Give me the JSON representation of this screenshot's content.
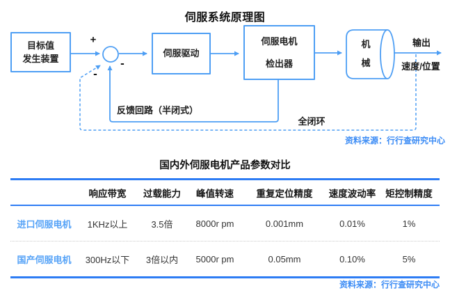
{
  "diagram": {
    "title": "伺服系统原理图",
    "nodes": {
      "target": "目标值\n发生装置",
      "drive": "伺服驱动",
      "motor_detector": "伺服电机\n检出器",
      "machine": "机\n械"
    },
    "signs": {
      "plus": "+",
      "minus_inner": "-",
      "minus_outer": "-"
    },
    "labels": {
      "feedback": "反馈回路（半闭式）",
      "full_loop": "全闭环",
      "output": "输出",
      "speed_position": "速度/位置"
    },
    "source": "资料来源：行行查研究中心"
  },
  "table": {
    "title": "国内外伺服电机产品参数对比",
    "headers": [
      "响应带宽",
      "过载能力",
      "峰值转速",
      "重复定位精度",
      "速度波动率",
      "矩控制精度"
    ],
    "rows": [
      {
        "label": "进口伺服电机",
        "cells": [
          "1KHz以上",
          "3.5倍",
          "8000r pm",
          "0.001mm",
          "0.01%",
          "1%"
        ]
      },
      {
        "label": "国产伺服电机",
        "cells": [
          "300Hz以下",
          "3倍以内",
          "5000r pm",
          "0.05mm",
          "0.10%",
          "5%"
        ]
      }
    ],
    "source": "资料来源：行行查研究中心"
  },
  "chart_data": {
    "type": "table",
    "title": "国内外伺服电机产品参数对比",
    "columns": [
      "",
      "响应带宽",
      "过载能力",
      "峰值转速",
      "重复定位精度",
      "速度波动率",
      "矩控制精度"
    ],
    "rows": [
      [
        "进口伺服电机",
        "1KHz以上",
        "3.5倍",
        "8000r pm",
        "0.001mm",
        "0.01%",
        "1%"
      ],
      [
        "国产伺服电机",
        "300Hz以下",
        "3倍以内",
        "5000r pm",
        "0.05mm",
        "0.10%",
        "5%"
      ]
    ]
  },
  "colors": {
    "diagram_blue": "#4d9ef4",
    "table_rule_blue": "#2d7cf4",
    "row_label_blue": "#56a3f7",
    "source_blue": "#3c8cf5"
  }
}
